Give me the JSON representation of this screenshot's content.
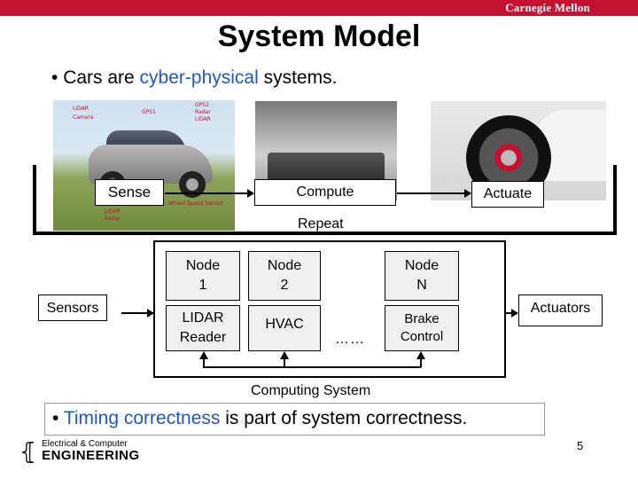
{
  "header": {
    "brand": "Carnegie Mellon",
    "brand_color": "#c41230"
  },
  "title": "System Model",
  "bullet1": {
    "prefix": "Cars are ",
    "highlight": "cyber-physical",
    "suffix": " systems.",
    "highlight_color": "#1f57c7"
  },
  "photos": {
    "suv_labels": [
      "LIDAR",
      "Camera",
      "GPS1",
      "GPS2",
      "Radar",
      "LIDAR",
      "LIDAR",
      "Radar",
      "Wheel Speed Sensor"
    ]
  },
  "loop": {
    "sense": "Sense",
    "compute": "Compute",
    "actuate": "Actuate",
    "repeat": "Repeat"
  },
  "computing": {
    "sensors": "Sensors",
    "actuators": "Actuators",
    "node1": "Node 1",
    "node2": "Node 2",
    "nodeN": "Node N",
    "lidar_reader": "LIDAR Reader",
    "hvac": "HVAC",
    "brake_control": "Brake Control",
    "dots": "……",
    "label": "Computing System"
  },
  "bullet2": {
    "highlight": "Timing correctness",
    "suffix": " is part of system correctness.",
    "highlight_color": "#1f57c7"
  },
  "footer": {
    "dept_line1": "Electrical & Computer",
    "dept_line2": "ENGINEERING",
    "page": "5"
  }
}
